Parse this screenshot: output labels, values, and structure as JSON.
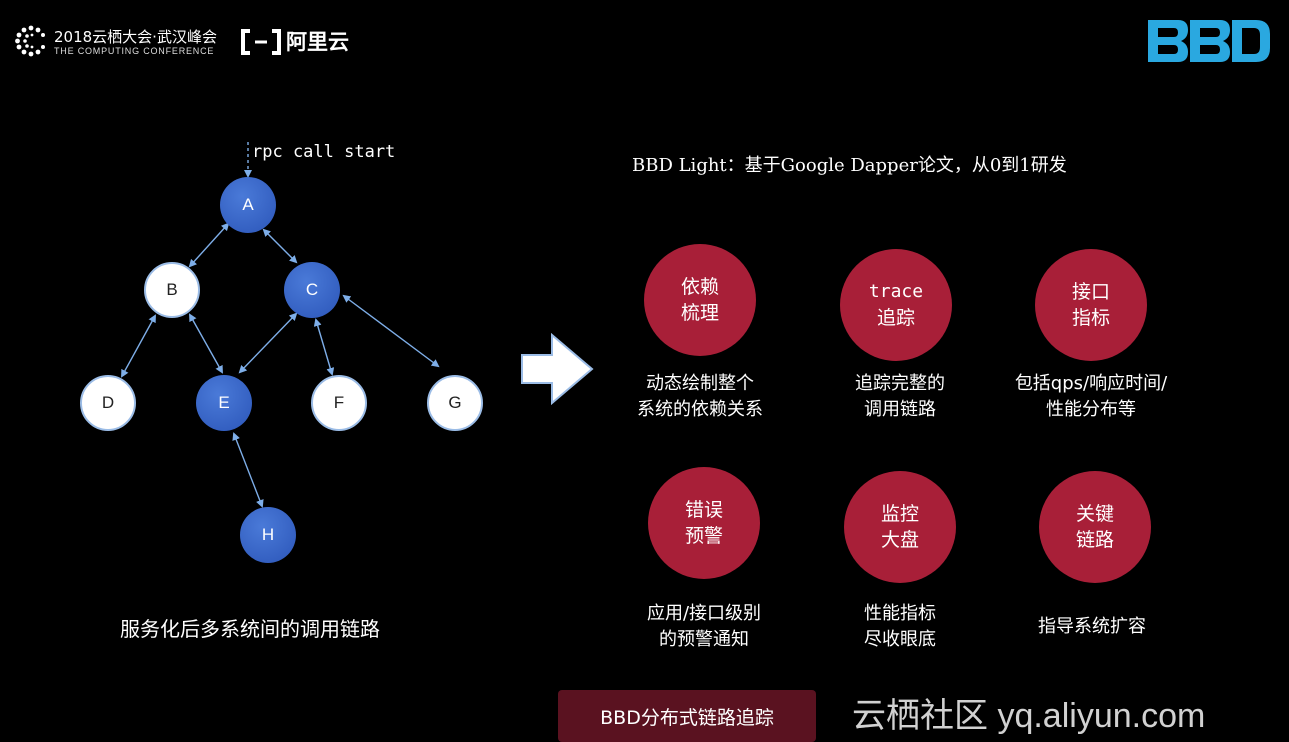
{
  "header": {
    "conference_title": "2018云栖大会·武汉峰会",
    "conference_subtitle": "THE COMPUTING CONFERENCE",
    "aliyun_text": "阿里云",
    "bbd_logo_text": "BBD"
  },
  "graph": {
    "rpc_label": "rpc call start",
    "caption": "服务化后多系统间的调用链路",
    "nodes": [
      "A",
      "B",
      "C",
      "D",
      "E",
      "F",
      "G",
      "H"
    ]
  },
  "headline": "BBD Light：基于Google Dapper论文，从0到1研发",
  "features": [
    {
      "title_lines": [
        "依赖",
        "梳理"
      ],
      "desc_lines": [
        "动态绘制整个",
        "系统的依赖关系"
      ]
    },
    {
      "title_lines": [
        "trace",
        "追踪"
      ],
      "desc_lines": [
        "追踪完整的",
        "调用链路"
      ]
    },
    {
      "title_lines": [
        "接口",
        "指标"
      ],
      "desc_lines": [
        "包括qps/响应时间/",
        "性能分布等"
      ]
    },
    {
      "title_lines": [
        "错误",
        "预警"
      ],
      "desc_lines": [
        "应用/接口级别",
        "的预警通知"
      ]
    },
    {
      "title_lines": [
        "监控",
        "大盘"
      ],
      "desc_lines": [
        "性能指标",
        "尽收眼底"
      ]
    },
    {
      "title_lines": [
        "关键",
        "链路"
      ],
      "desc_lines": [
        "指导系统扩容"
      ]
    }
  ],
  "banner": "BBD分布式链路追踪",
  "watermark": "云栖社区 yq.aliyun.com",
  "colors": {
    "feature_circle": "#a81f38",
    "node_blue": "#2b55b8",
    "banner_bg": "#5a1220",
    "bbd_logo": "#2aa8e0"
  }
}
